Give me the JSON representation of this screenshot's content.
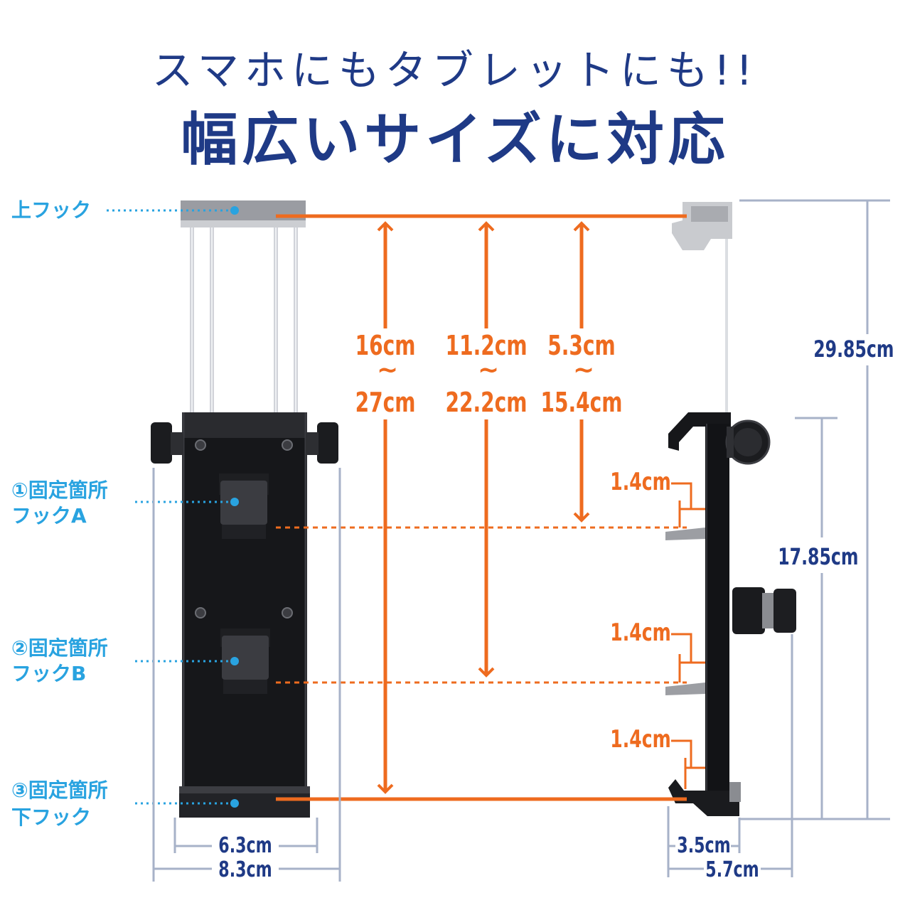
{
  "heading": {
    "line1": "スマホにもタブレットにも!!",
    "line2": "幅広いサイズに対応"
  },
  "labels": {
    "top_hook": "上フック",
    "point1_line1": "①固定箇所",
    "point1_line2": "フックA",
    "point2_line1": "②固定箇所",
    "point2_line2": "フックB",
    "point3_line1": "③固定箇所",
    "point3_line2": "下フック"
  },
  "ranges": {
    "full": {
      "min": "16cm",
      "max": "27cm"
    },
    "hook_b": {
      "min": "11.2cm",
      "max": "22.2cm"
    },
    "hook_a": {
      "min": "5.3cm",
      "max": "15.4cm"
    },
    "separator": "~"
  },
  "side_dims": {
    "hook_depth_1": "1.4cm",
    "hook_depth_2": "1.4cm",
    "hook_depth_3": "1.4cm",
    "total_height": "29.85cm",
    "body_height": "17.85cm"
  },
  "widths": {
    "front_inner": "6.3cm",
    "front_outer": "8.3cm",
    "side_inner": "3.5cm",
    "side_outer": "5.7cm"
  },
  "colors": {
    "navy": "#1f3a86",
    "orange": "#ee6b1f",
    "label_blue": "#29a3e0",
    "dim_line": "#a7b2c8"
  }
}
